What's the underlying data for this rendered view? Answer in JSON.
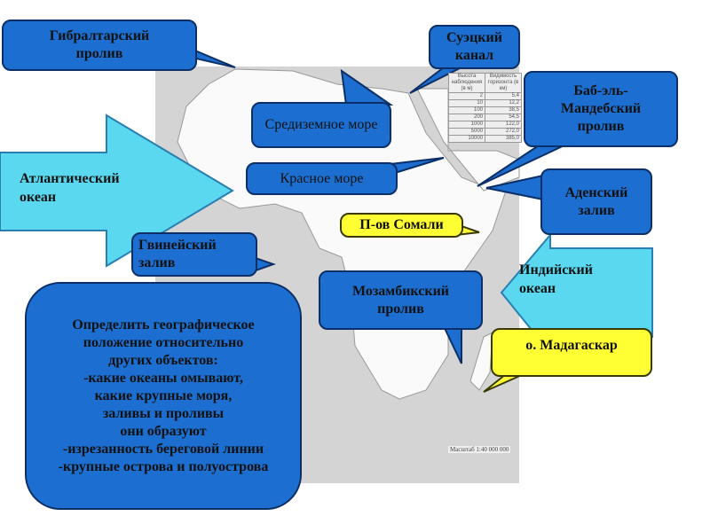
{
  "labels": {
    "gibraltar": "Гибралтарский пролив",
    "suez": "Суэцкий канал",
    "mediterranean": "Средиземное море",
    "bab": "Баб-эль-Мандебский пролив",
    "red_sea": "Красное море",
    "atlantic": "Атлантический океан",
    "aden": "Аденский залив",
    "somali": "П-ов Сомали",
    "guinea": "Гвинейский залив",
    "indian": "Индийский океан",
    "mozambique": "Мозамбикский пролив",
    "madagascar": "о. Мадагаскар"
  },
  "task": [
    "Определить географическое",
    "положение относительно",
    "других  объектов:",
    "-какие океаны омывают,",
    "какие крупные моря,",
    "заливы и проливы",
    "они образуют",
    "-изрезанность береговой линии",
    "-крупные острова и полуострова"
  ],
  "horizon_table": {
    "headers": [
      "Высота наблюдения (в м)",
      "Видимость горизонта (в км)"
    ],
    "rows": [
      [
        "2",
        "5,4"
      ],
      [
        "10",
        "12,2"
      ],
      [
        "100",
        "38,5"
      ],
      [
        "200",
        "54,5"
      ],
      [
        "1000",
        "122,0"
      ],
      [
        "5000",
        "272,0"
      ],
      [
        "10000",
        "385,0"
      ]
    ]
  },
  "scale": "Масштаб 1:40 000 000",
  "colors": {
    "box": "#1c6fd0",
    "highlight": "#ffff33",
    "arrow": "#5ad8f0"
  }
}
